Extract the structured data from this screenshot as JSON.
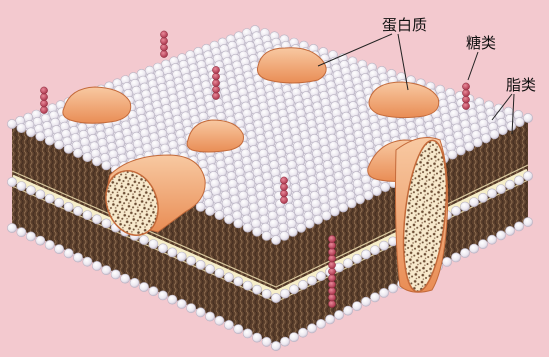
{
  "labels": {
    "protein": "蛋白质",
    "sugar": "糖类",
    "lipid": "脂类"
  },
  "colors": {
    "background": "#f3c9cf",
    "lipid_head": "#f4f2f6",
    "lipid_head_edge": "#b9b3c2",
    "tail_layer": "#5b3f2c",
    "tail_line": "#8a6a4e",
    "center_line": "#f6eec9",
    "protein_fill": "#f2a572",
    "protein_highlight": "#f8c9a2",
    "protein_edge": "#c46a3a",
    "channel_fill": "#f7e9cc",
    "channel_dots": "#6b4c33",
    "sugar_bead": "#c24e62"
  }
}
